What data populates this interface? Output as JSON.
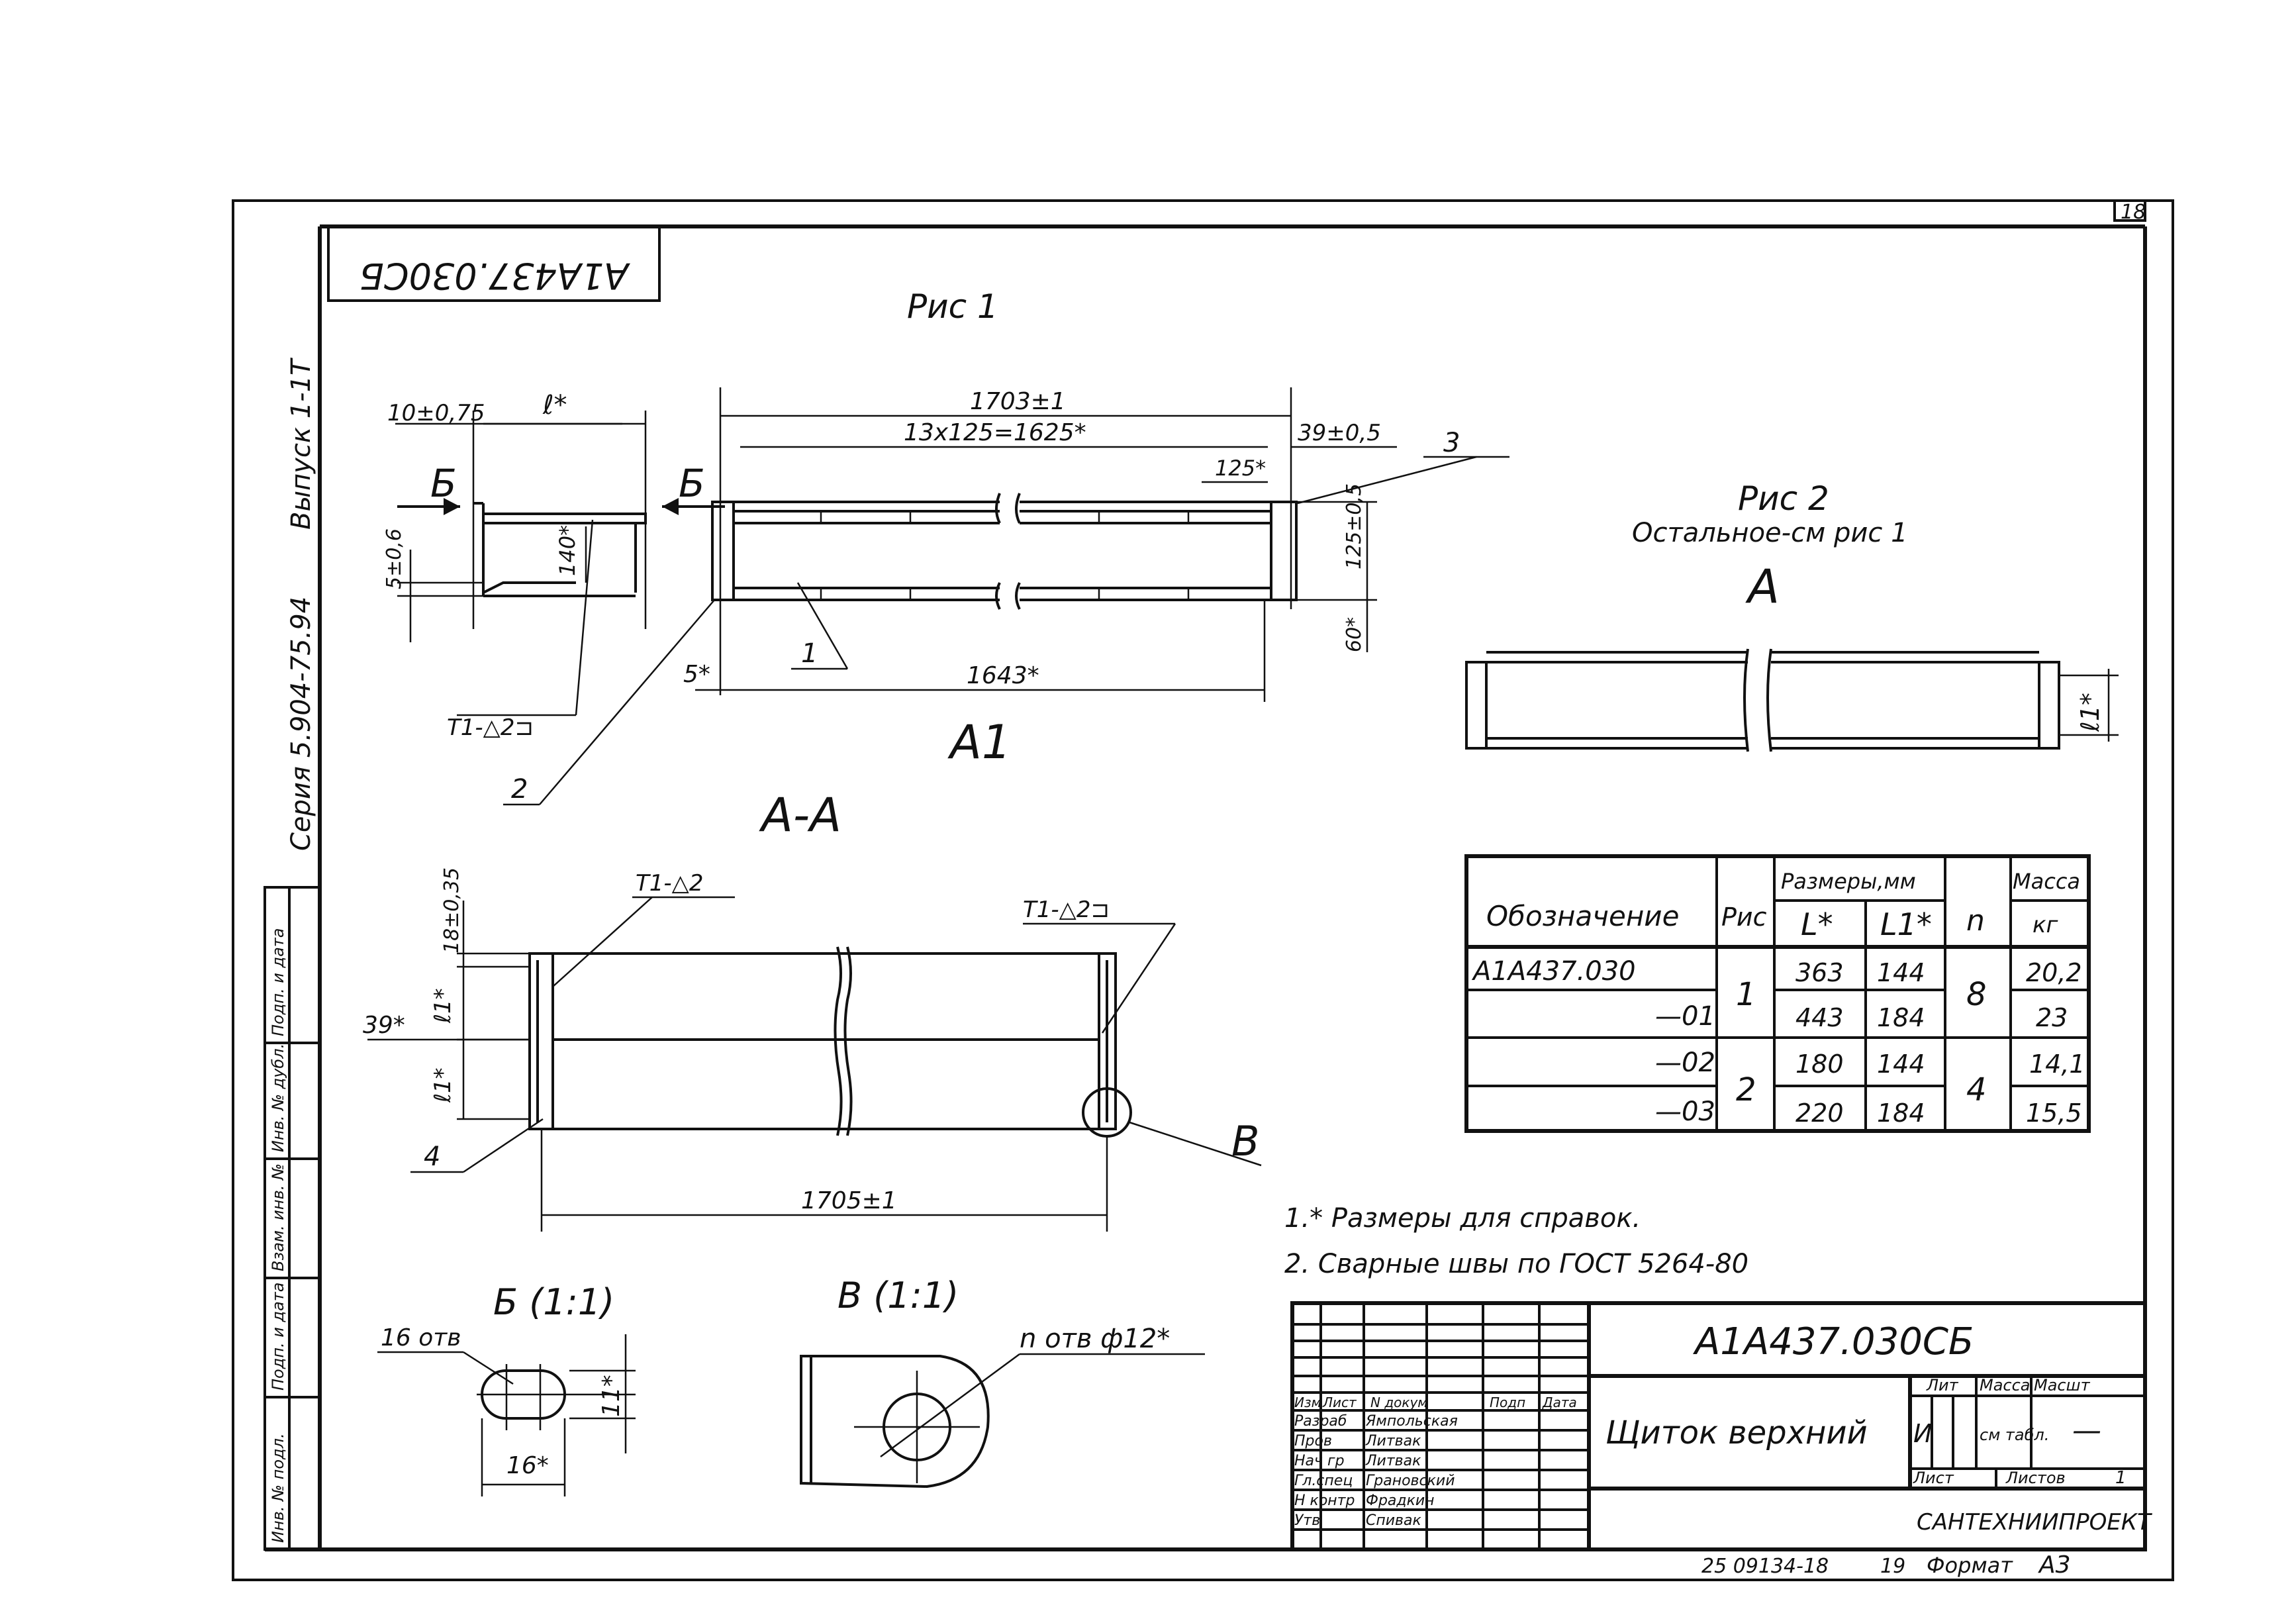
{
  "sheet": {
    "page_number": "18",
    "stamp_code_rotated": "А1А437.030СБ",
    "series_label": "Серия 5.904-75.94",
    "issue_label": "Выпуск 1-1Т",
    "bottom_code": "25 09134-18",
    "bottom_sheet": "19",
    "format_label": "Формат",
    "format_value": "А3"
  },
  "side_stamp": [
    "Подп. и дата",
    "Инв. № дубл.",
    "Взам. инв. №",
    "Подп. и дата",
    "Инв. № подл."
  ],
  "fig1": {
    "title": "Рис 1",
    "view_label": "А1",
    "dim_total": "1703±1",
    "dim_pitch": "13х125=1625*",
    "dim_end": "39±0,5",
    "dim_125": "125*",
    "dim_125_vert": "125±0,5",
    "dim_60": "60*",
    "dim_5": "5*",
    "dim_1643": "1643*",
    "pos_1": "1",
    "pos_2": "2",
    "pos_3": "3",
    "section_mark": "Б"
  },
  "detail_section": {
    "dim_10": "10±0,75",
    "dim_l": "ℓ*",
    "dim_5": "5±0,6",
    "dim_140": "140*",
    "weld": "Т1-△2⊐"
  },
  "section_aa": {
    "title": "А-А",
    "weld_left": "Т1-△2",
    "weld_right": "Т1-△2⊐",
    "dim_18": "18±0,35",
    "dim_l1_top": "ℓ1*",
    "dim_39": "39*",
    "dim_l1_bottom": "ℓ1*",
    "pos_4": "4",
    "callout_b": "В",
    "dim_1705": "1705±1"
  },
  "fig2": {
    "title": "Рис 2",
    "note": "Остальное-см рис 1",
    "view_label": "А",
    "dim_l1": "ℓ1*"
  },
  "spec_table": {
    "headers": {
      "designation": "Обозначение",
      "fig": "Рис",
      "sizes": "Размеры,мм",
      "l": "L*",
      "l1": "L1*",
      "n": "n",
      "mass": "Масса",
      "kg": "кг"
    },
    "rows": [
      {
        "designation": "А1А437.030",
        "l": "363",
        "l1": "144",
        "mass": "20,2"
      },
      {
        "designation": "—01",
        "l": "443",
        "l1": "184",
        "mass": "23"
      },
      {
        "designation": "—02",
        "l": "180",
        "l1": "144",
        "mass": "14,1"
      },
      {
        "designation": "—03",
        "l": "220",
        "l1": "184",
        "mass": "15,5"
      }
    ],
    "fig_groups": [
      "1",
      "2"
    ],
    "n_groups": [
      "8",
      "4"
    ]
  },
  "notes": [
    "1.* Размеры для справок.",
    "2. Сварные швы по ГОСТ 5264-80"
  ],
  "detail_b": {
    "title": "Б (1:1)",
    "holes": "16 отв",
    "dim_11": "11*",
    "dim_16": "16*"
  },
  "detail_v": {
    "title": "В (1:1)",
    "holes": "n отв ф12*"
  },
  "title_block": {
    "code": "А1А437.030СБ",
    "name": "Щиток верхний",
    "col_izm": "Изм",
    "col_list": "Лист",
    "col_ndoc": "N докум",
    "col_podp": "Подп",
    "col_data": "Дата",
    "roles": [
      {
        "role": "Разраб",
        "name": "Ямпольская"
      },
      {
        "role": "Пров",
        "name": "Литвак"
      },
      {
        "role": "Нач гр",
        "name": "Литвак"
      },
      {
        "role": "Гл.спец",
        "name": "Грановский"
      },
      {
        "role": "Н контр",
        "name": "Фрадкин"
      },
      {
        "role": "Утв",
        "name": "Спивак"
      }
    ],
    "lit_label": "Лит",
    "mass_label": "Масса",
    "scale_label": "Масшт",
    "lit_value": "И",
    "mass_value": "см табл.",
    "scale_value": "—",
    "sheet_label": "Лист",
    "sheets_label": "Листов",
    "sheets_value": "1",
    "org": "САНТЕХНИИПРОЕКТ"
  }
}
